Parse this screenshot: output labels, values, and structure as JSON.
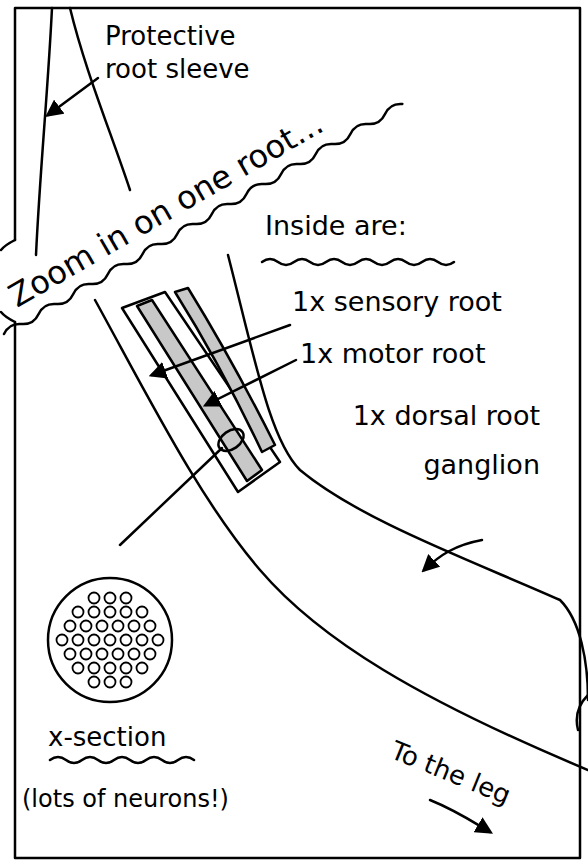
{
  "diagram": {
    "labels": [
      "Protective root sleeve",
      "Zoom in on one root...",
      "Inside are:",
      "1x sensory root",
      "1x motor root",
      "1x dorsal root ganglion",
      "x-section",
      "(lots of neurons!)",
      "To the leg"
    ]
  }
}
